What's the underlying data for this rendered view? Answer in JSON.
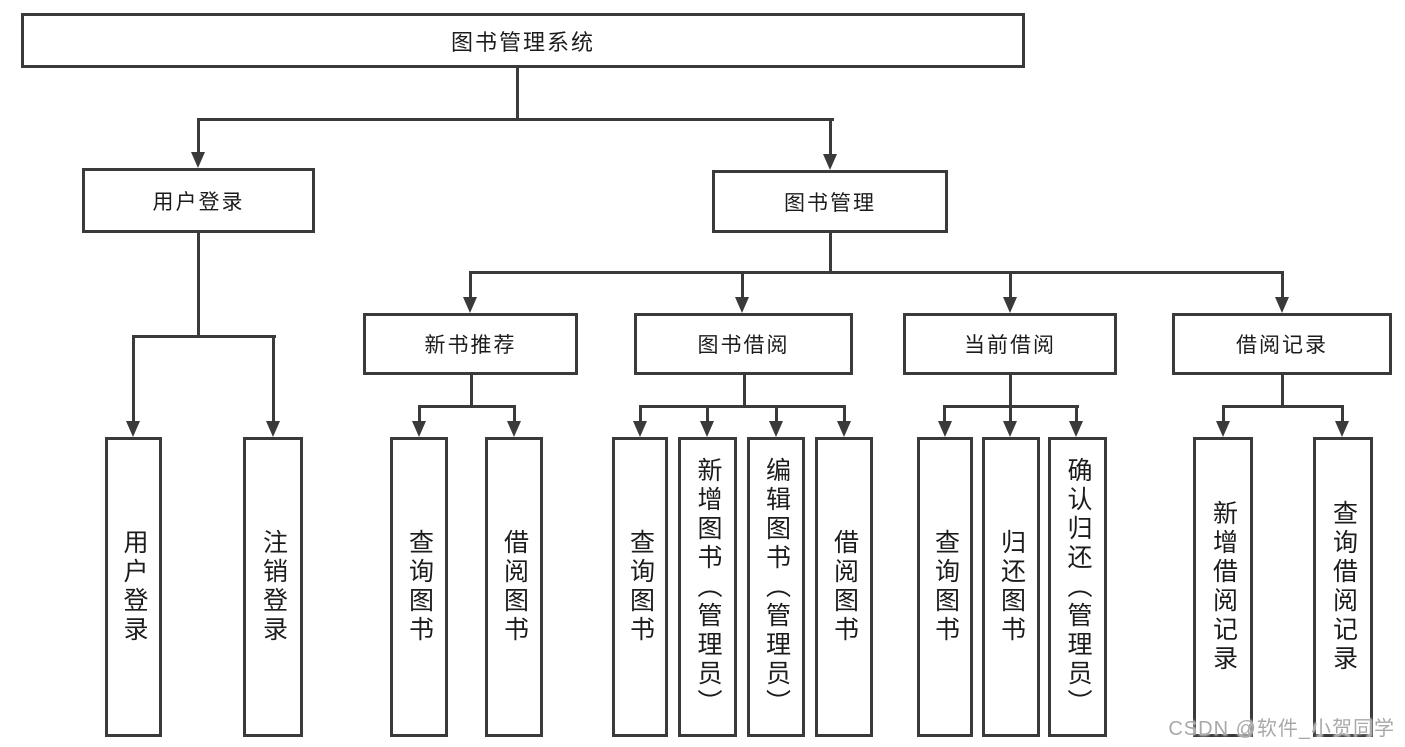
{
  "diagram_title": "图书管理系统",
  "nodes": {
    "root": "图书管理系统",
    "user_login": "用户登录",
    "book_management": "图书管理",
    "new_book_recommend": "新书推荐",
    "book_borrow": "图书借阅",
    "current_borrow": "当前借阅",
    "borrow_record": "借阅记录",
    "leaf_user_login": "用户登录",
    "leaf_logout_login": "注销登录",
    "leaf_query_book_1": "查询图书",
    "leaf_borrow_book_1": "借阅图书",
    "leaf_query_book_2": "查询图书",
    "leaf_add_book_admin": "新增图书（管理员）",
    "leaf_edit_book_admin": "编辑图书（管理员）",
    "leaf_borrow_book_2": "借阅图书",
    "leaf_query_book_3": "查询图书",
    "leaf_return_book": "归还图书",
    "leaf_confirm_return_admin": "确认归还（管理员）",
    "leaf_add_borrow_record": "新增借阅记录",
    "leaf_query_borrow_record": "查询借阅记录"
  },
  "hierarchy": {
    "图书管理系统": {
      "用户登录": [
        "用户登录",
        "注销登录"
      ],
      "图书管理": {
        "新书推荐": [
          "查询图书",
          "借阅图书"
        ],
        "图书借阅": [
          "查询图书",
          "新增图书（管理员）",
          "编辑图书（管理员）",
          "借阅图书"
        ],
        "当前借阅": [
          "查询图书",
          "归还图书",
          "确认归还（管理员）"
        ],
        "借阅记录": [
          "新增借阅记录",
          "查询借阅记录"
        ]
      }
    }
  },
  "watermark": "CSDN @软件_小贺同学",
  "colors": {
    "line": "#3a3a3a",
    "text": "#1c1c1c",
    "background": "#ffffff",
    "watermark": "#a9a9a9"
  }
}
